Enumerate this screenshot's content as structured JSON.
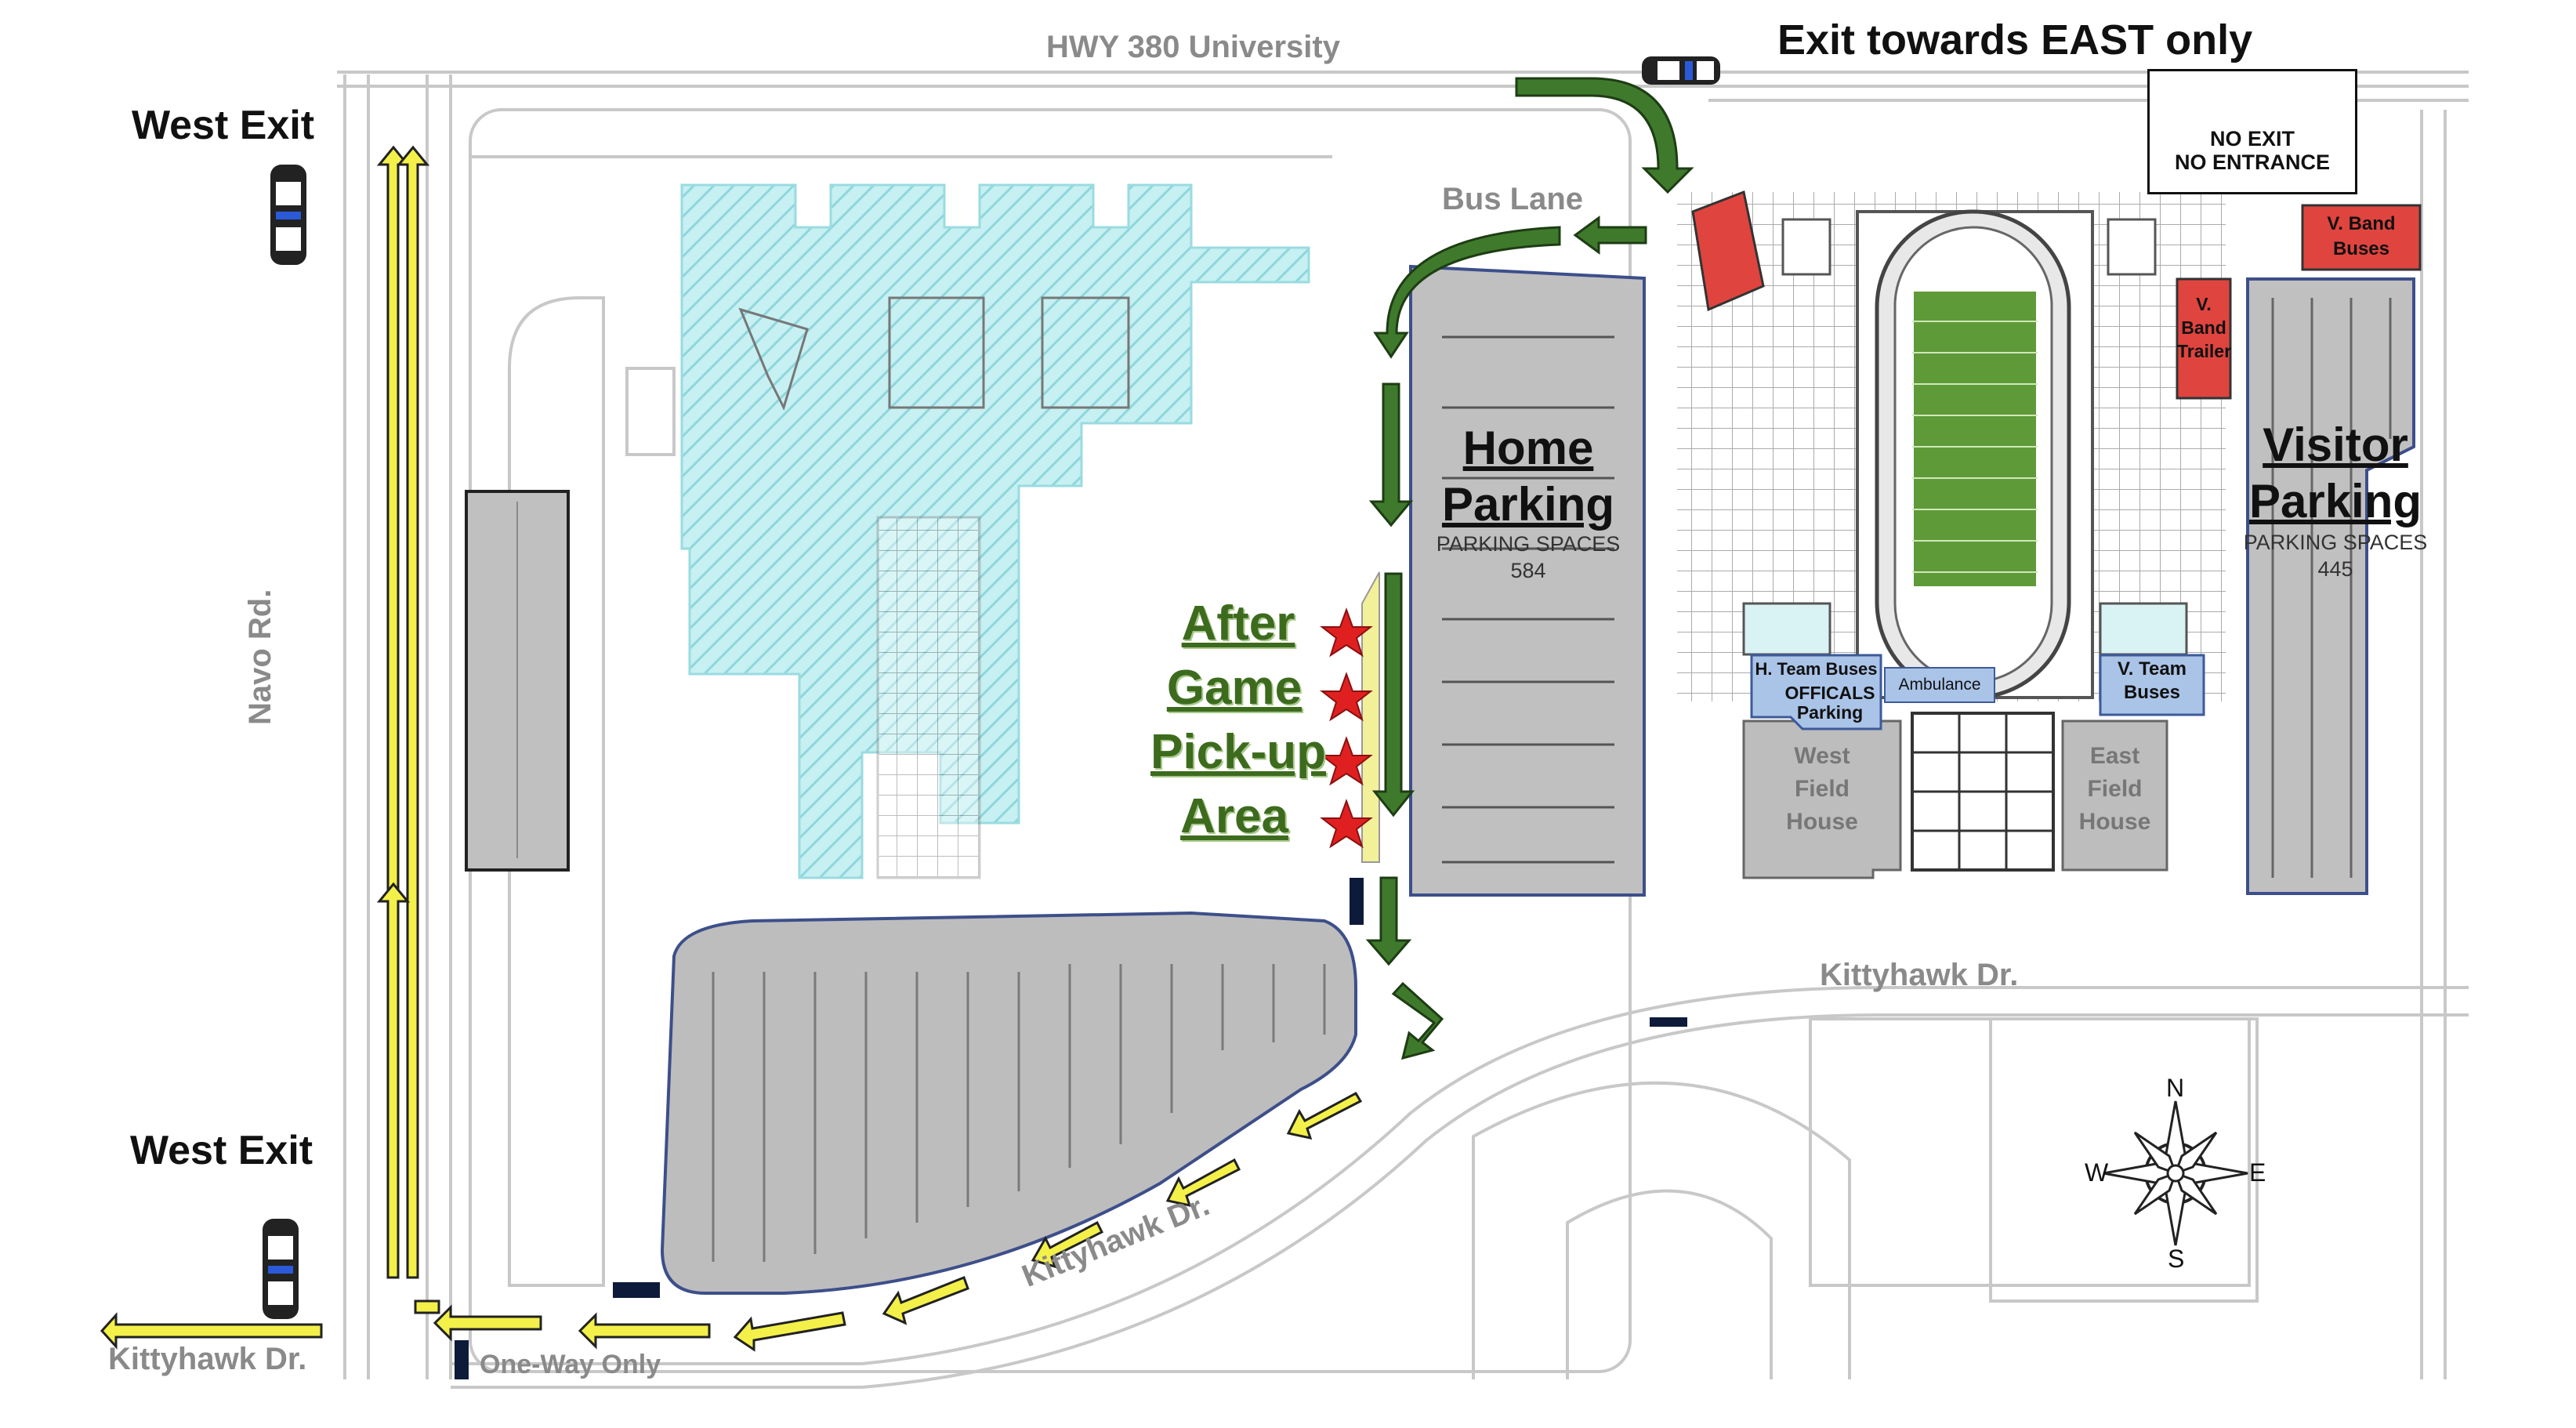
{
  "labels": {
    "hwy": "HWY 380 University",
    "exit_east": "Exit towards EAST only",
    "no_exit_line1": "NO EXIT",
    "no_exit_line2": "NO ENTRANCE",
    "west_exit_top": "West Exit",
    "west_exit_bottom": "West Exit",
    "bus_lane": "Bus Lane",
    "navo_rd": "Navo Rd.",
    "kittyhawk_bottom_left": "Kittyhawk Dr.",
    "kittyhawk_diagonal": "Kittyhawk Dr.",
    "kittyhawk_center": "Kittyhawk Dr.",
    "one_way": "One-Way Only"
  },
  "home_parking": {
    "title_line1": "Home",
    "title_line2": "Parking",
    "sub_line1": "PARKING SPACES",
    "sub_line2": "584"
  },
  "visitor_parking": {
    "title_line1": "Visitor",
    "title_line2": "Parking",
    "sub_line1": "PARKING SPACES",
    "sub_line2": "445"
  },
  "pickup_area": {
    "line1": "After",
    "line2": "Game",
    "line3": "Pick-up",
    "line4": "Area"
  },
  "stadium_zones": {
    "h_team_buses": "H. Team Buses",
    "officials_line1": "OFFICALS",
    "officials_line2": "Parking",
    "ambulance": "Ambulance",
    "v_team_line1": "V. Team",
    "v_team_line2": "Buses",
    "v_band_buses_line1": "V. Band",
    "v_band_buses_line2": "Buses",
    "v_band_trailer_line1": "V.",
    "v_band_trailer_line2": "Band",
    "v_band_trailer_line3": "Trailer"
  },
  "field_houses": {
    "west_line1": "West",
    "west_line2": "Field",
    "west_line3": "House",
    "east_line1": "East",
    "east_line2": "Field",
    "east_line3": "House"
  },
  "compass": {
    "n": "N",
    "s": "S",
    "e": "E",
    "w": "W"
  },
  "colors": {
    "flow_arrow": "#3f7a2c",
    "exit_arrow": "#f3f04a",
    "building": "#aee6ea",
    "parking_lot": "#bdbdbd",
    "field": "#5f9a38",
    "reserved_red": "#e0443f",
    "zone_blue": "#aac4e8",
    "pickup_star": "#e02020"
  },
  "icons": [
    "police-car-icon",
    "no-entry-icon",
    "star-icon",
    "compass-rose-icon"
  ]
}
